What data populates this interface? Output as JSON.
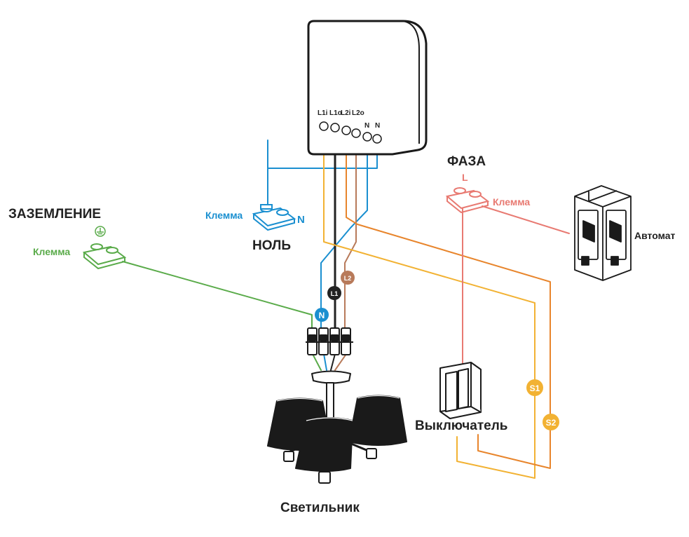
{
  "colors": {
    "neutral": "#1a8fd0",
    "line": "#222222",
    "l2": "#b87a5a",
    "ground": "#5aab4a",
    "phase": "#e87a72",
    "s1": "#f2b233",
    "s2": "#e8852c",
    "stroke": "#1a1a1a"
  },
  "relay": {
    "terminals": [
      "L1i",
      "L1o",
      "L2i",
      "L2o",
      "N",
      "N"
    ]
  },
  "ground": {
    "title": "ЗАЗЕМЛЕНИЕ",
    "clamp_label": "Клемма",
    "icon": "ground-symbol-icon"
  },
  "neutral": {
    "title": "НОЛЬ",
    "clamp_label": "Клемма",
    "letter": "N"
  },
  "phase": {
    "title": "ФАЗА",
    "letter": "L",
    "clamp_label": "Клемма"
  },
  "breaker": {
    "label": "Автомат",
    "icon": "circuit-breaker-icon"
  },
  "switch": {
    "label": "Выключатель",
    "icon": "double-switch-icon"
  },
  "lamp": {
    "label": "Светильник",
    "icon": "chandelier-icon"
  },
  "badges": {
    "n": "N",
    "l1": "L1",
    "l2": "L2",
    "s1": "S1",
    "s2": "S2"
  }
}
